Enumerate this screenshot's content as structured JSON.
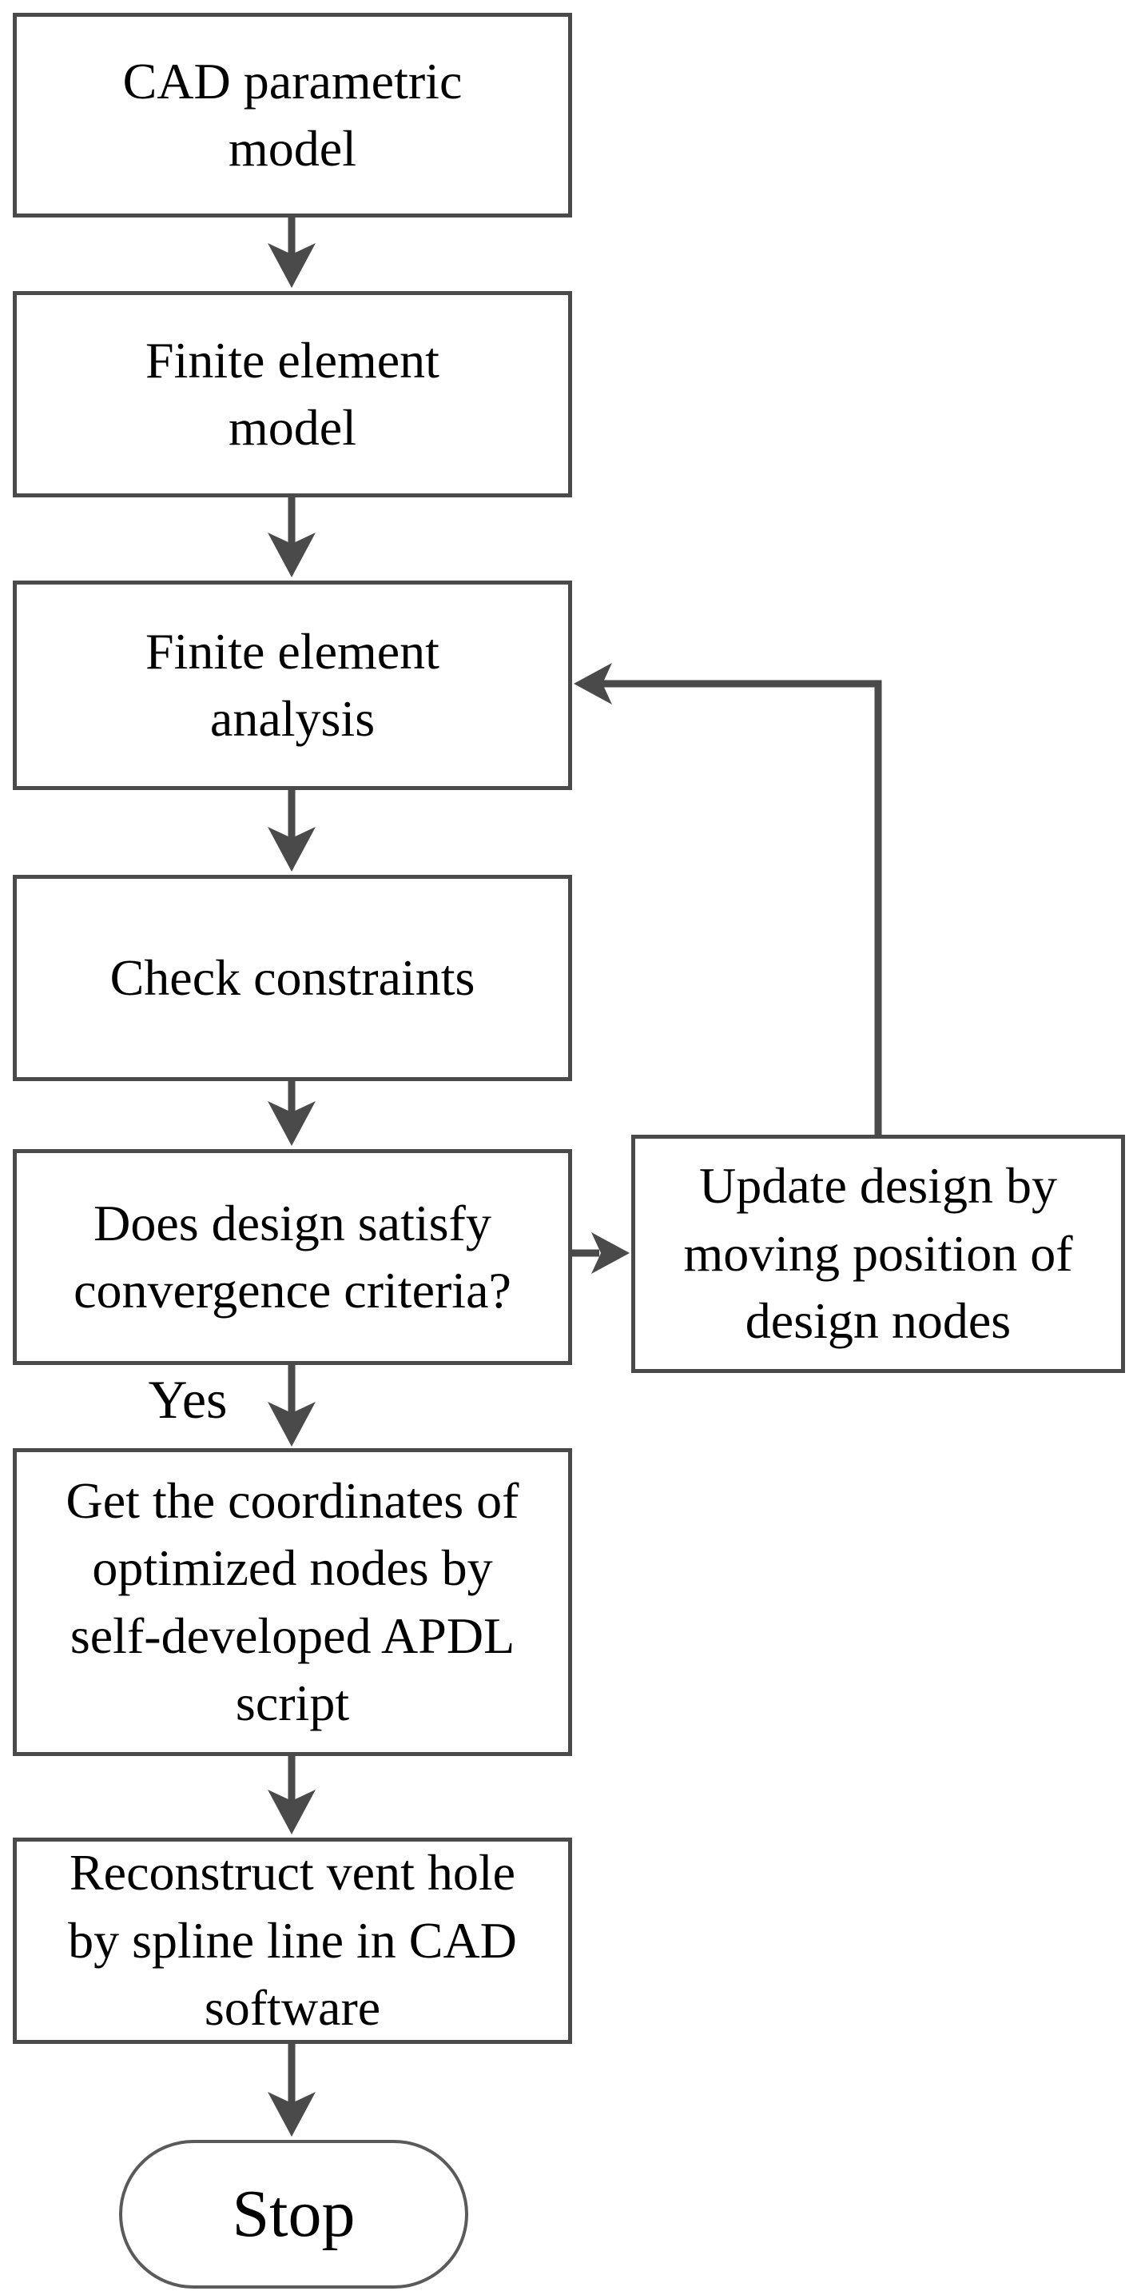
{
  "diagram": {
    "type": "flowchart",
    "nodes": [
      {
        "id": "cad",
        "type": "process",
        "label": "CAD parametric\nmodel"
      },
      {
        "id": "fem",
        "type": "process",
        "label": "Finite element\nmodel"
      },
      {
        "id": "fea",
        "type": "process",
        "label": "Finite element\nanalysis"
      },
      {
        "id": "check",
        "type": "process",
        "label": "Check constraints"
      },
      {
        "id": "decision",
        "type": "decision",
        "label": "Does design satisfy\nconvergence criteria?"
      },
      {
        "id": "apdl",
        "type": "process",
        "label": "Get the coordinates of\noptimized nodes by\nself-developed APDL\nscript"
      },
      {
        "id": "reconstruct",
        "type": "process",
        "label": "Reconstruct vent hole\nby spline line in CAD\nsoftware"
      },
      {
        "id": "stop",
        "type": "terminator",
        "label": "Stop"
      },
      {
        "id": "update",
        "type": "process",
        "label": "Update design by\nmoving position of\ndesign nodes"
      }
    ],
    "edge_labels": {
      "yes": "Yes"
    },
    "edges": [
      "cad -> fem",
      "fem -> fea",
      "fea -> check",
      "check -> decision",
      "decision -Yes-> apdl",
      "apdl -> reconstruct",
      "reconstruct -> stop",
      "decision -> update",
      "update -> fea"
    ],
    "colors": {
      "background": "#ffffff",
      "box_border": "#4a4a4a",
      "terminator_border": "#5a5a5a",
      "arrow": "#4a4a4a",
      "text": "#000000"
    }
  }
}
